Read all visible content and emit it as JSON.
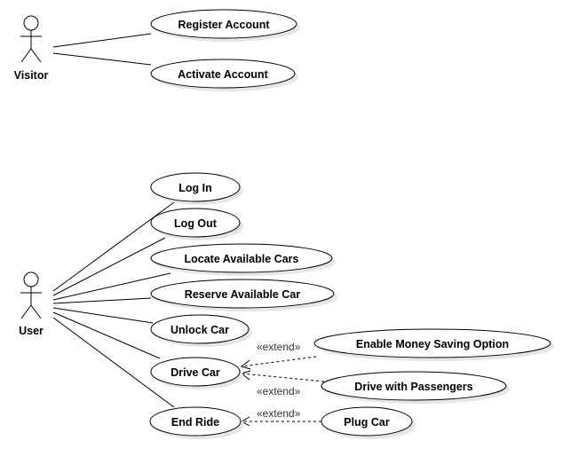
{
  "actors": {
    "visitor": "Visitor",
    "user": "User"
  },
  "use_cases": {
    "register_account": "Register Account",
    "activate_account": "Activate Account",
    "log_in": "Log In",
    "log_out": "Log Out",
    "locate_available_cars": "Locate Available Cars",
    "reserve_available_car": "Reserve Available Car",
    "unlock_car": "Unlock Car",
    "drive_car": "Drive Car",
    "end_ride": "End Ride",
    "enable_money_saving_option": "Enable Money Saving Option",
    "drive_with_passengers": "Drive with Passengers",
    "plug_car": "Plug Car"
  },
  "relations": {
    "extend_money_saving": "«extend»",
    "extend_passengers": "«extend»",
    "extend_plug_car": "«extend»"
  }
}
